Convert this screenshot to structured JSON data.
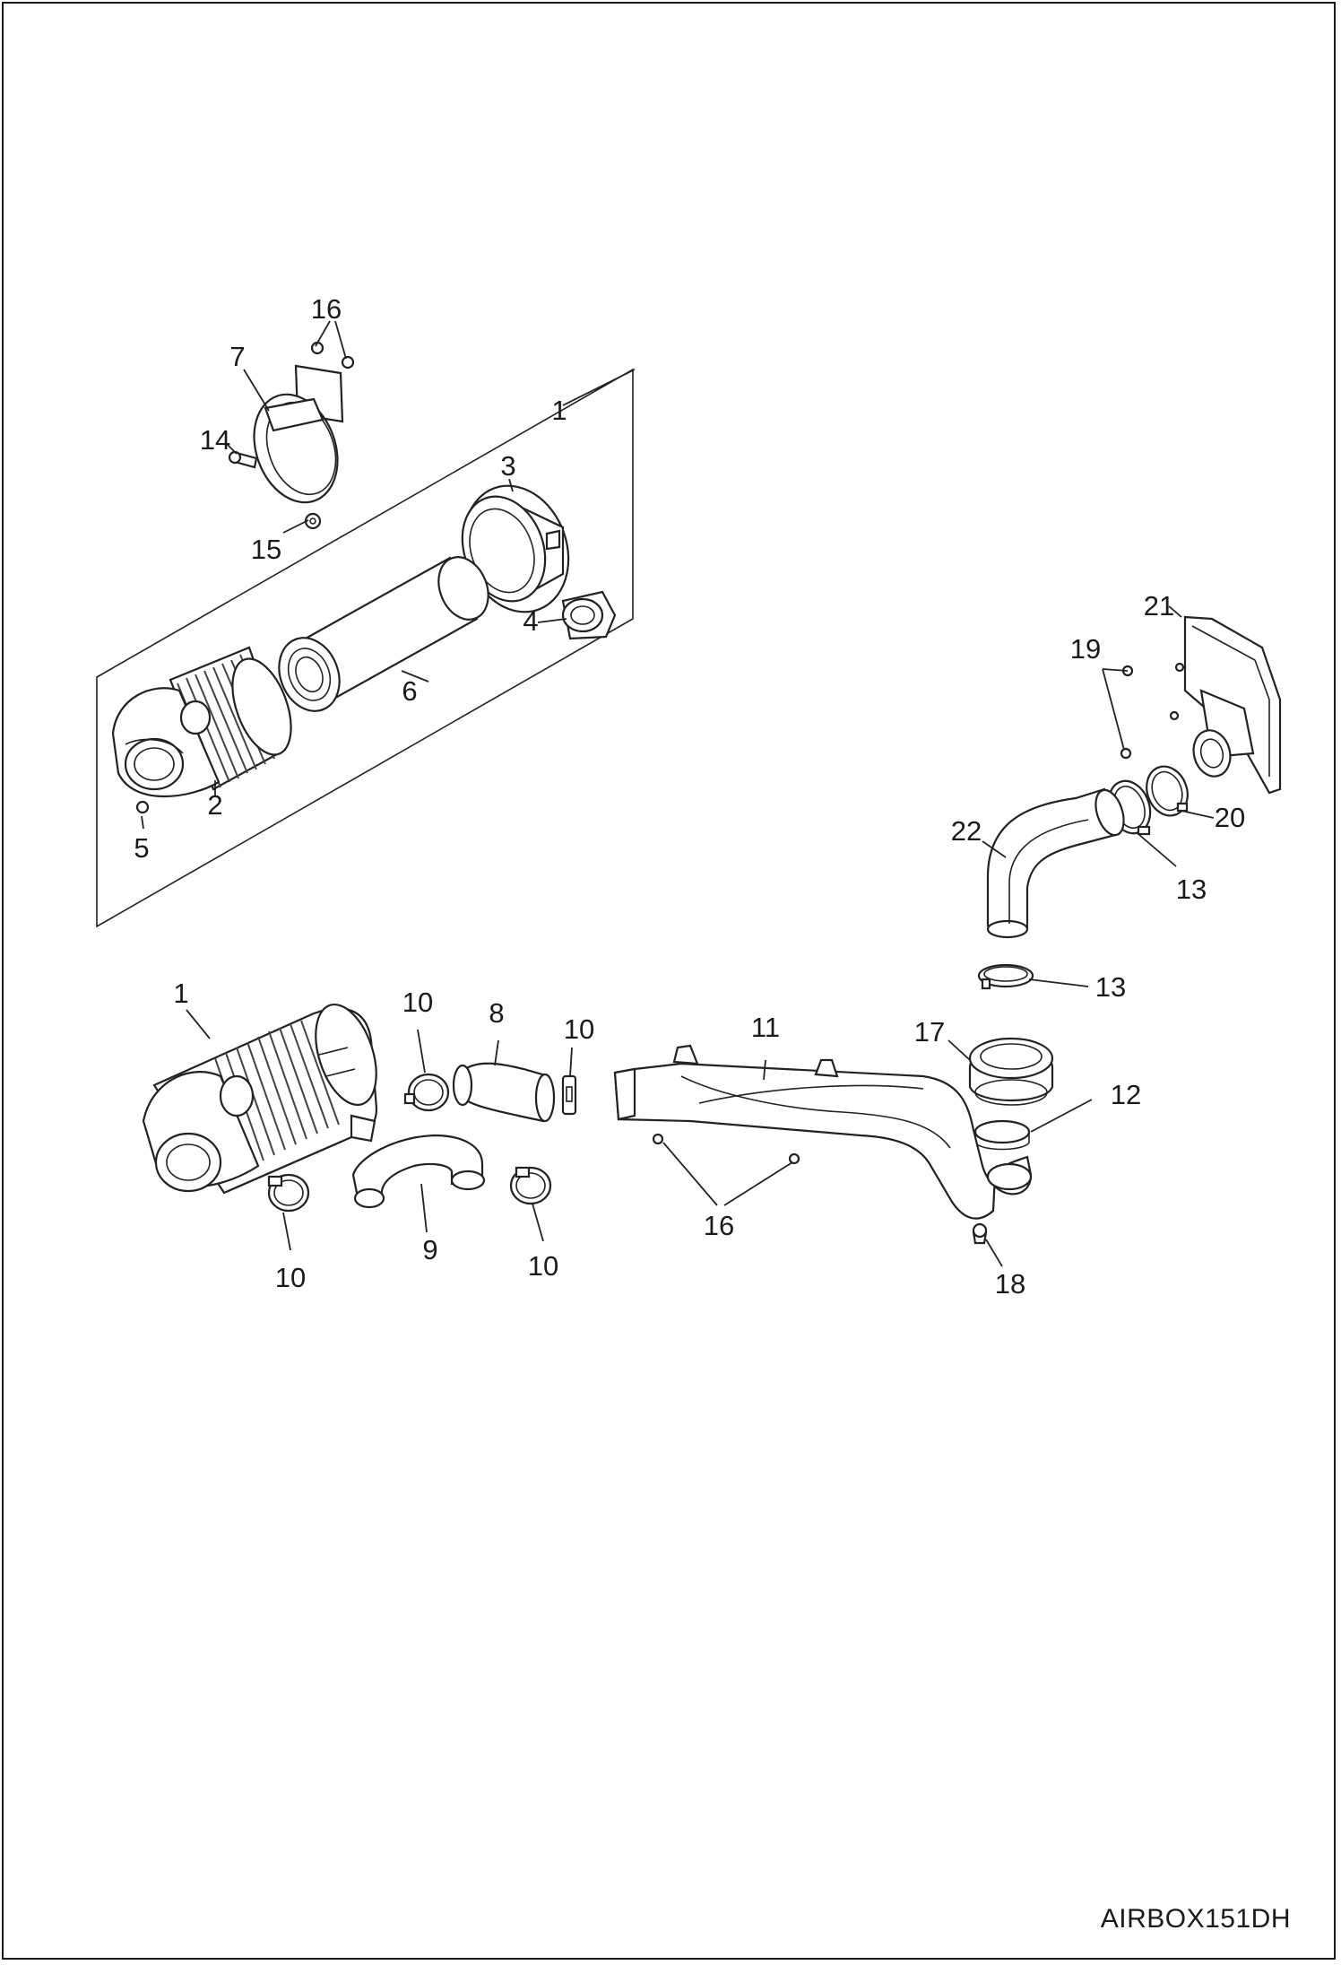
{
  "diagram": {
    "code": "AIRBOX151DH",
    "labels": {
      "l1a": "1",
      "l1b": "1",
      "l2": "2",
      "l3": "3",
      "l4": "4",
      "l5": "5",
      "l6": "6",
      "l7": "7",
      "l8": "8",
      "l9": "9",
      "l10a": "10",
      "l10b": "10",
      "l10c": "10",
      "l10d": "10",
      "l11": "11",
      "l12": "12",
      "l13a": "13",
      "l13b": "13",
      "l14": "14",
      "l15": "15",
      "l16a": "16",
      "l16b": "16",
      "l17": "17",
      "l18": "18",
      "l19": "19",
      "l20": "20",
      "l21": "21",
      "l22": "22"
    }
  }
}
